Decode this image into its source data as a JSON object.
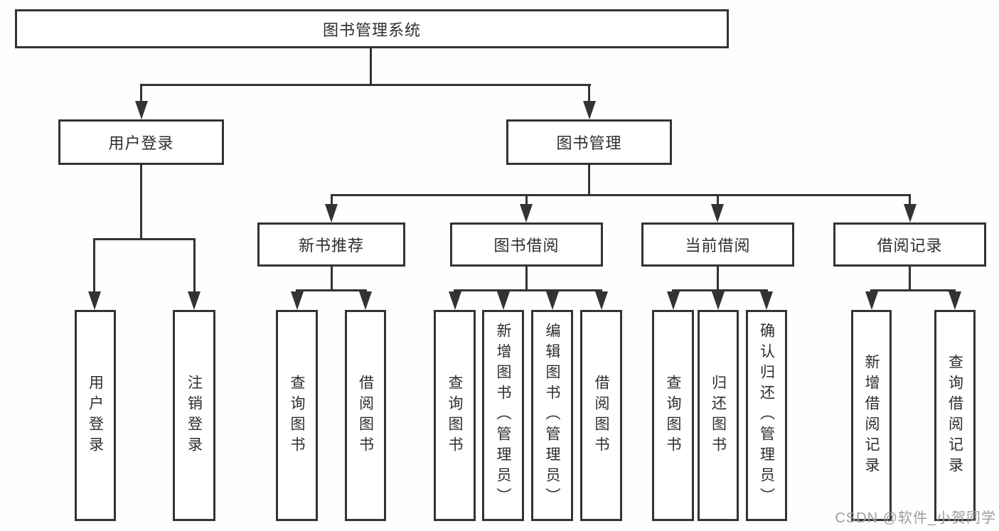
{
  "diagram": {
    "title": "图书管理系统",
    "root_label": "图书管理系统",
    "level2": {
      "user_login": "用户登录",
      "book_management": "图书管理"
    },
    "level3": {
      "new_book_recommend": "新书推荐",
      "book_borrowing": "图书借阅",
      "current_borrowing": "当前借阅",
      "borrowing_records": "借阅记录"
    },
    "leaves": {
      "user_login": [
        "用户登录",
        "注销登录"
      ],
      "new_book_recommend": [
        "查询图书",
        "借阅图书"
      ],
      "book_borrowing": [
        "查询图书",
        "新增图书（管理员）",
        "编辑图书（管理员）",
        "借阅图书"
      ],
      "current_borrowing": [
        "查询图书",
        "归还图书",
        "确认归还（管理员）"
      ],
      "borrowing_records": [
        "新增借阅记录",
        "查询借阅记录"
      ]
    }
  },
  "watermark": {
    "text": "CSDN @软件_小贺同学"
  },
  "colors": {
    "line": "#333333",
    "text": "#2e2e2e",
    "background": "#ffffff",
    "watermark_text": "#9c9c9c"
  }
}
